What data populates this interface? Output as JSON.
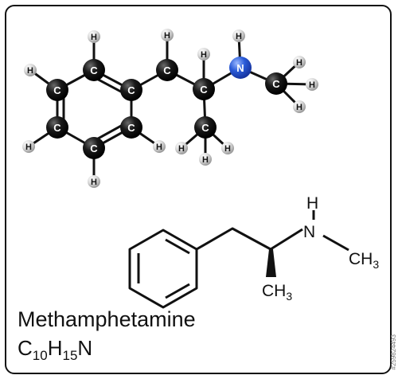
{
  "molecule": {
    "name": "Methamphetamine",
    "formula": {
      "C": "C",
      "c_count": "10",
      "H": "H",
      "h_count": "15",
      "N": "N"
    },
    "atom_labels": {
      "carbon": "C",
      "hydrogen": "H",
      "nitrogen": "N"
    },
    "skeletal_labels": {
      "nh_h": "H",
      "nh_n": "N",
      "ch3_methyl": "CH",
      "ch3_sub": "3",
      "ch3_branch": "CH",
      "ch3_branch_sub": "3"
    }
  },
  "stock_id": "#259824493",
  "colors": {
    "carbon": "#111111",
    "hydrogen": "#d8d8d8",
    "nitrogen": "#2a5bd7",
    "bond": "#111111"
  }
}
